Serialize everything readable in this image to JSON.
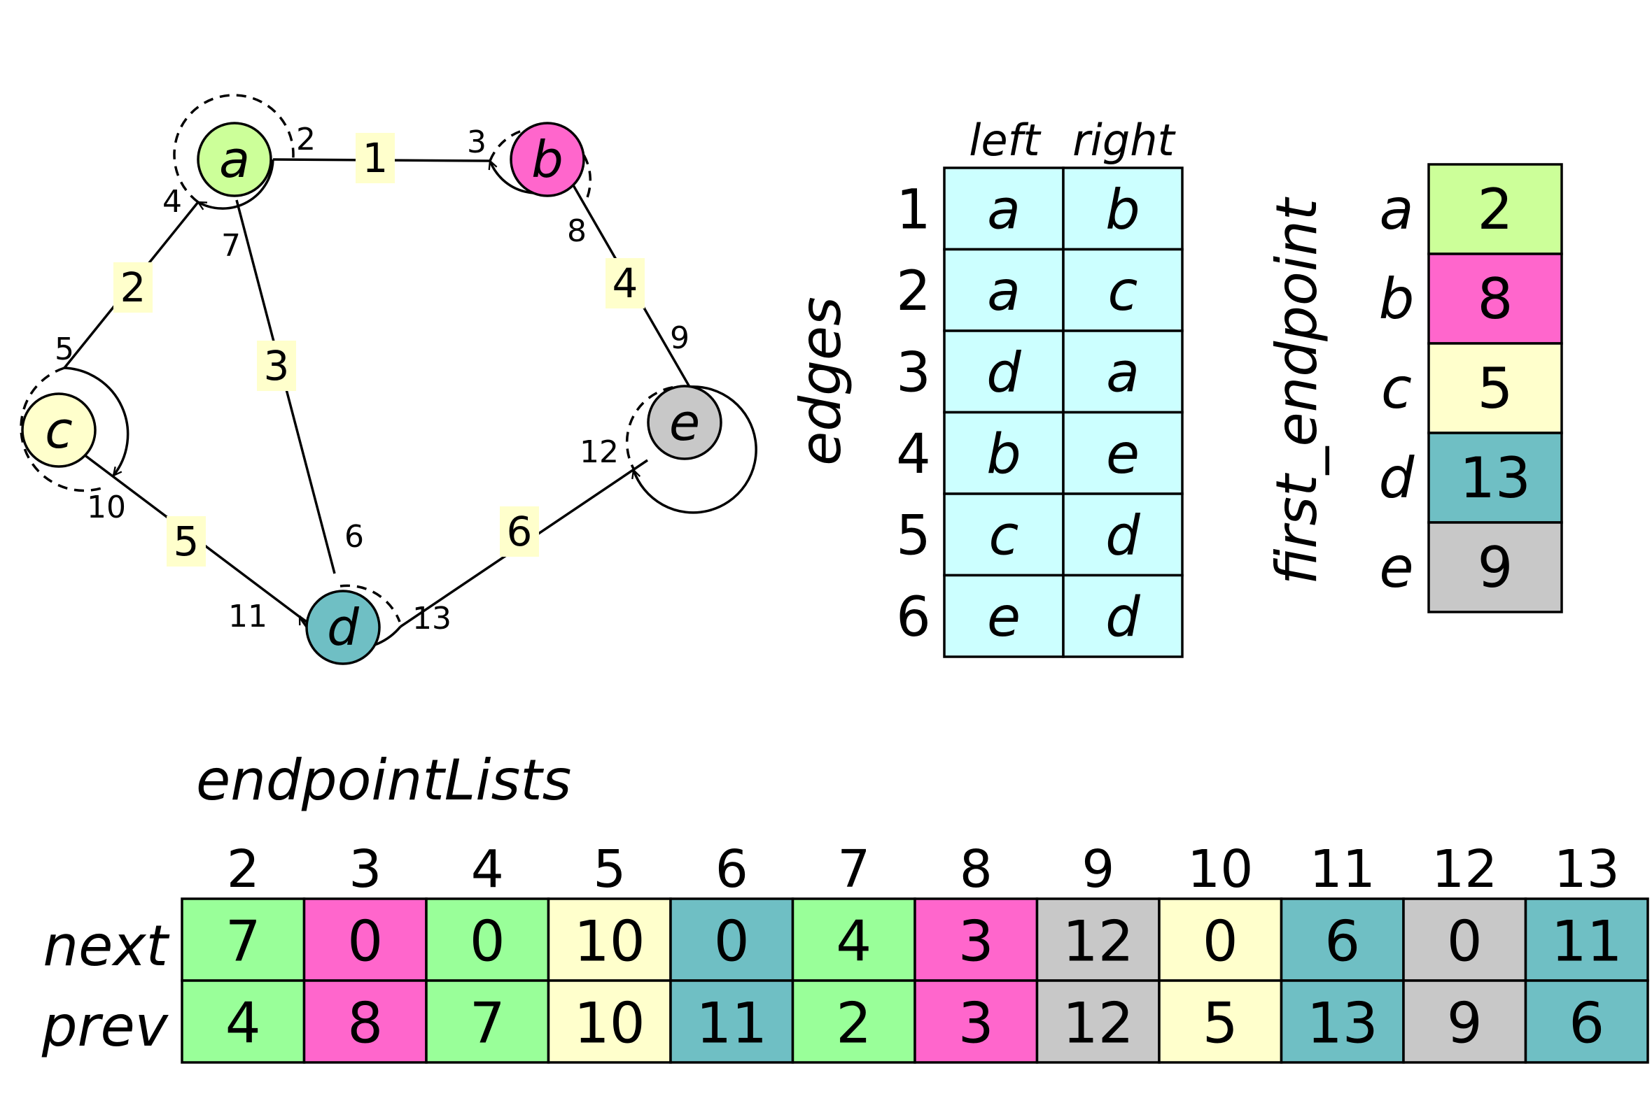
{
  "colors": {
    "node_a": "#ccff99",
    "node_b": "#ff66cc",
    "node_c": "#ffffcc",
    "node_d": "#6fbfc4",
    "node_e": "#c8c8c8",
    "edge_table": "#ccffff",
    "list_green": "#99ff99",
    "label_box": "#ffffcc"
  },
  "graph": {
    "nodes": [
      {
        "id": "a",
        "label": "a"
      },
      {
        "id": "b",
        "label": "b"
      },
      {
        "id": "c",
        "label": "c"
      },
      {
        "id": "d",
        "label": "d"
      },
      {
        "id": "e",
        "label": "e"
      }
    ],
    "edges": [
      {
        "label": "1",
        "from": "a",
        "to": "b"
      },
      {
        "label": "2",
        "from": "a",
        "to": "c"
      },
      {
        "label": "3",
        "from": "d",
        "to": "a"
      },
      {
        "label": "4",
        "from": "b",
        "to": "e"
      },
      {
        "label": "5",
        "from": "c",
        "to": "d"
      },
      {
        "label": "6",
        "from": "e",
        "to": "d"
      }
    ],
    "endpoint_numbers": [
      "2",
      "3",
      "4",
      "5",
      "6",
      "7",
      "8",
      "9",
      "10",
      "11",
      "12",
      "13"
    ]
  },
  "edges_table": {
    "title": "edges",
    "col_left": "left",
    "col_right": "right",
    "rows": [
      {
        "index": "1",
        "left": "a",
        "right": "b"
      },
      {
        "index": "2",
        "left": "a",
        "right": "c"
      },
      {
        "index": "3",
        "left": "d",
        "right": "a"
      },
      {
        "index": "4",
        "left": "b",
        "right": "e"
      },
      {
        "index": "5",
        "left": "c",
        "right": "d"
      },
      {
        "index": "6",
        "left": "e",
        "right": "d"
      }
    ]
  },
  "first_endpoint": {
    "title": "first_endpoint",
    "rows": [
      {
        "vertex": "a",
        "value": "2"
      },
      {
        "vertex": "b",
        "value": "8"
      },
      {
        "vertex": "c",
        "value": "5"
      },
      {
        "vertex": "d",
        "value": "13"
      },
      {
        "vertex": "e",
        "value": "9"
      }
    ]
  },
  "endpoint_lists": {
    "title": "endpointLists",
    "row_next": "next",
    "row_prev": "prev",
    "indices": [
      "2",
      "3",
      "4",
      "5",
      "6",
      "7",
      "8",
      "9",
      "10",
      "11",
      "12",
      "13"
    ],
    "next": [
      "7",
      "0",
      "0",
      "10",
      "0",
      "4",
      "3",
      "12",
      "0",
      "6",
      "0",
      "11"
    ],
    "prev": [
      "4",
      "8",
      "7",
      "10",
      "11",
      "2",
      "3",
      "12",
      "5",
      "13",
      "9",
      "6"
    ],
    "owners": [
      "a",
      "b",
      "a",
      "c",
      "d",
      "a",
      "b",
      "e",
      "c",
      "d",
      "e",
      "d"
    ]
  }
}
